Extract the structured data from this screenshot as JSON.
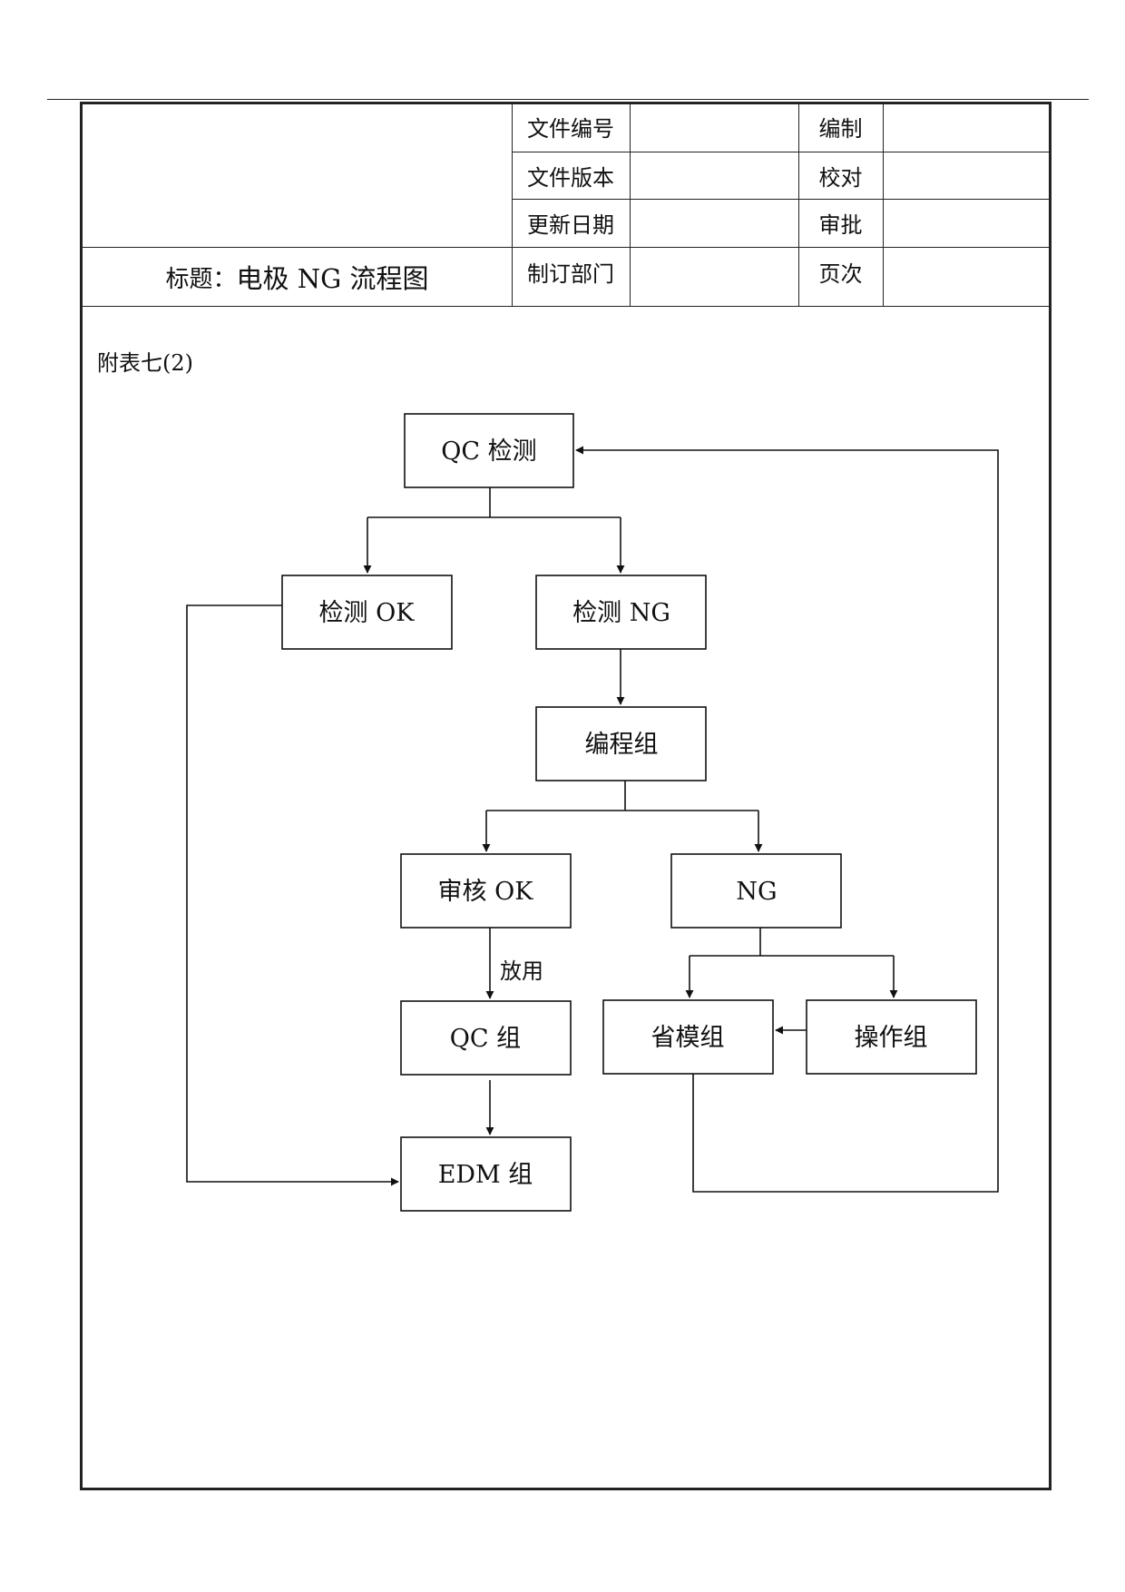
{
  "header": {
    "title_label": "标题：",
    "title_text": "电极 NG 流程图",
    "rows": [
      {
        "label_a": "文件编号",
        "value_a": "",
        "label_b": "编制",
        "value_b": ""
      },
      {
        "label_a": "文件版本",
        "value_a": "",
        "label_b": "校对",
        "value_b": ""
      },
      {
        "label_a": "更新日期",
        "value_a": "",
        "label_b": "审批",
        "value_b": ""
      },
      {
        "label_a": "制订部门",
        "value_a": "",
        "label_b": "页次",
        "value_b": ""
      }
    ]
  },
  "annex_label": "附表七(2)",
  "flowchart": {
    "nodes": {
      "qc_inspect": "QC 检测",
      "inspect_ok": "检测 OK",
      "inspect_ng": "检测 NG",
      "programming": "编程组",
      "review_ok": "审核 OK",
      "ng": "NG",
      "qc_group": "QC 组",
      "edm_group": "EDM 组",
      "mold_saving": "省模组",
      "operation": "操作组"
    },
    "edge_labels": {
      "release": "放用"
    }
  }
}
